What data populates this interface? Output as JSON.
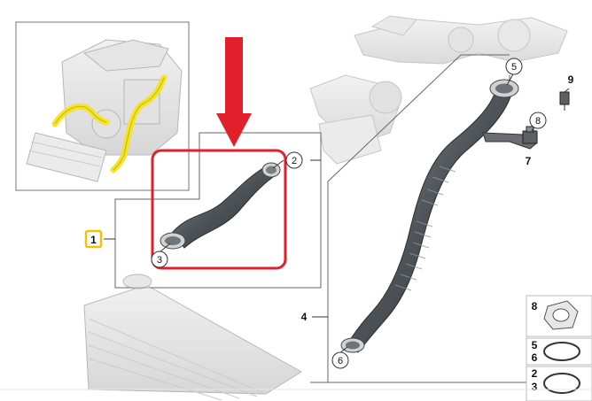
{
  "diagram": {
    "callouts": {
      "c1": "1",
      "c2": "2",
      "c3": "3",
      "c4": "4",
      "c5": "5",
      "c6": "6",
      "c7": "7",
      "c8": "8",
      "c9": "9"
    },
    "legend": {
      "item_8": "8",
      "item_5": "5",
      "item_6": "6",
      "item_2": "2",
      "item_3": "3"
    },
    "colors": {
      "highlight_box": "#e0202a",
      "arrow": "#e0202a",
      "part1_badge": "#f2c200",
      "pipe_overview": "#f5e22a",
      "hose": "#555a5f"
    }
  }
}
